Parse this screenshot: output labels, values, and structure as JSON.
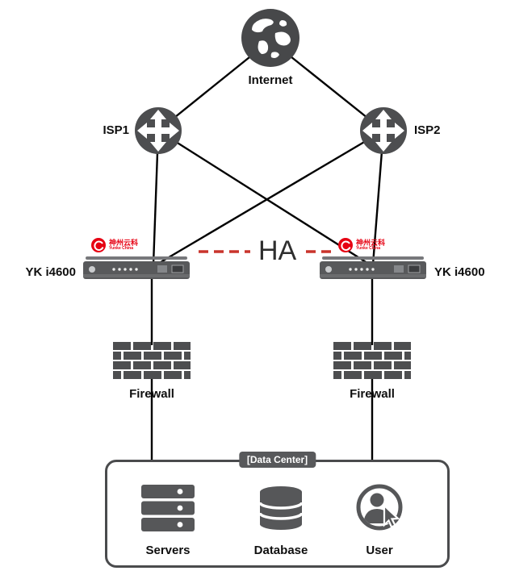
{
  "nodes": {
    "internet": {
      "label": "Internet",
      "icon": "globe-icon"
    },
    "isp1": {
      "label": "ISP1",
      "icon": "router-icon"
    },
    "isp2": {
      "label": "ISP2",
      "icon": "router-icon"
    },
    "device_left": {
      "label": "YK i4600",
      "icon": "appliance-icon"
    },
    "device_right": {
      "label": "YK i4600",
      "icon": "appliance-icon"
    },
    "firewall_left": {
      "label": "Firewall",
      "icon": "firewall-brick-icon"
    },
    "firewall_right": {
      "label": "Firewall",
      "icon": "firewall-brick-icon"
    },
    "servers": {
      "label": "Servers",
      "icon": "servers-icon"
    },
    "database": {
      "label": "Database",
      "icon": "database-icon"
    },
    "user": {
      "label": "User",
      "icon": "user-icon"
    }
  },
  "ha_link": {
    "label": "HA",
    "style": "dashed",
    "color": "#c9342c"
  },
  "datacenter": {
    "title": "[Data Center]",
    "children": [
      "servers",
      "database",
      "user"
    ]
  },
  "vendor_logo": {
    "title": "神州云科",
    "subtitle": "Yunke China",
    "color": "#e60012"
  },
  "edges": [
    {
      "from": "internet",
      "to": "isp1"
    },
    {
      "from": "internet",
      "to": "isp2"
    },
    {
      "from": "isp1",
      "to": "device_left"
    },
    {
      "from": "isp1",
      "to": "device_right"
    },
    {
      "from": "isp2",
      "to": "device_left"
    },
    {
      "from": "isp2",
      "to": "device_right"
    },
    {
      "from": "device_left",
      "to": "device_right",
      "type": "ha-dashed"
    },
    {
      "from": "device_left",
      "to": "firewall_left"
    },
    {
      "from": "device_right",
      "to": "firewall_right"
    },
    {
      "from": "firewall_left",
      "to": "datacenter"
    },
    {
      "from": "firewall_right",
      "to": "datacenter"
    }
  ],
  "colors": {
    "node_fill": "#58595b",
    "line": "#000000",
    "ha_dash": "#c9342c",
    "logo_red": "#e60012"
  }
}
